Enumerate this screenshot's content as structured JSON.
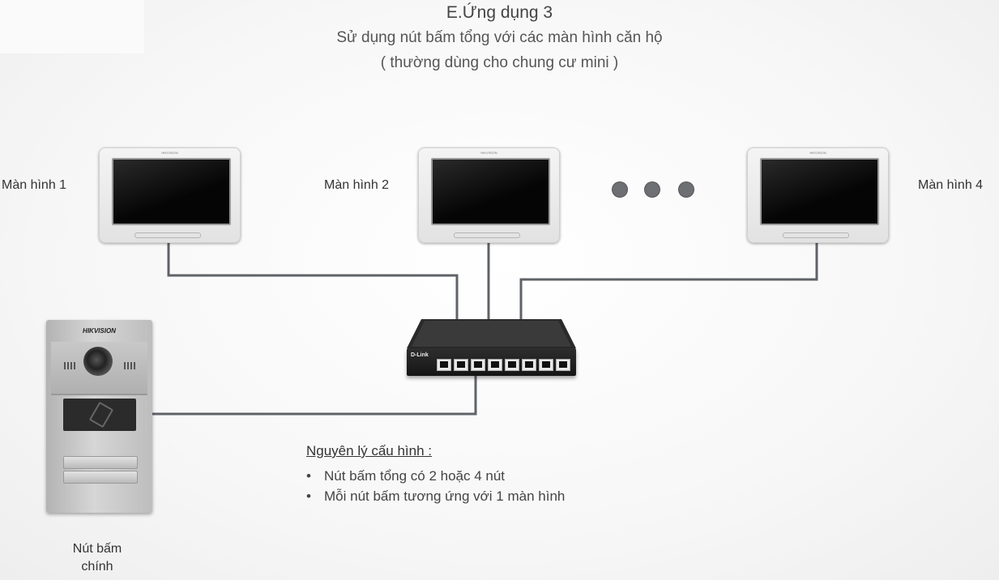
{
  "title": "E.Ứng dụng 3",
  "subtitle_line1": "Sử dụng nút bấm tổng với các màn hình căn hộ",
  "subtitle_line2": "( thường dùng cho chung cư mini )",
  "monitors": [
    {
      "label": "Màn hình 1",
      "brand": "HIKVISION"
    },
    {
      "label": "Màn hình 2",
      "brand": "HIKVISION"
    },
    {
      "label": "Màn hình 4",
      "brand": "HIKVISION"
    }
  ],
  "door_station": {
    "brand": "HIKVISION",
    "label_line1": "Nút bấm",
    "label_line2": "chính"
  },
  "switch": {
    "brand": "D-Link"
  },
  "principle": {
    "heading": "Nguyên lý cấu hình :",
    "items": [
      "Nút bấm tổng có 2 hoặc 4 nút",
      "Mỗi nút bấm tương ứng với 1 màn hình"
    ]
  },
  "colors": {
    "wire": "#5f6368",
    "dot": "#6d6f73",
    "screen": "#0a0a0a"
  }
}
